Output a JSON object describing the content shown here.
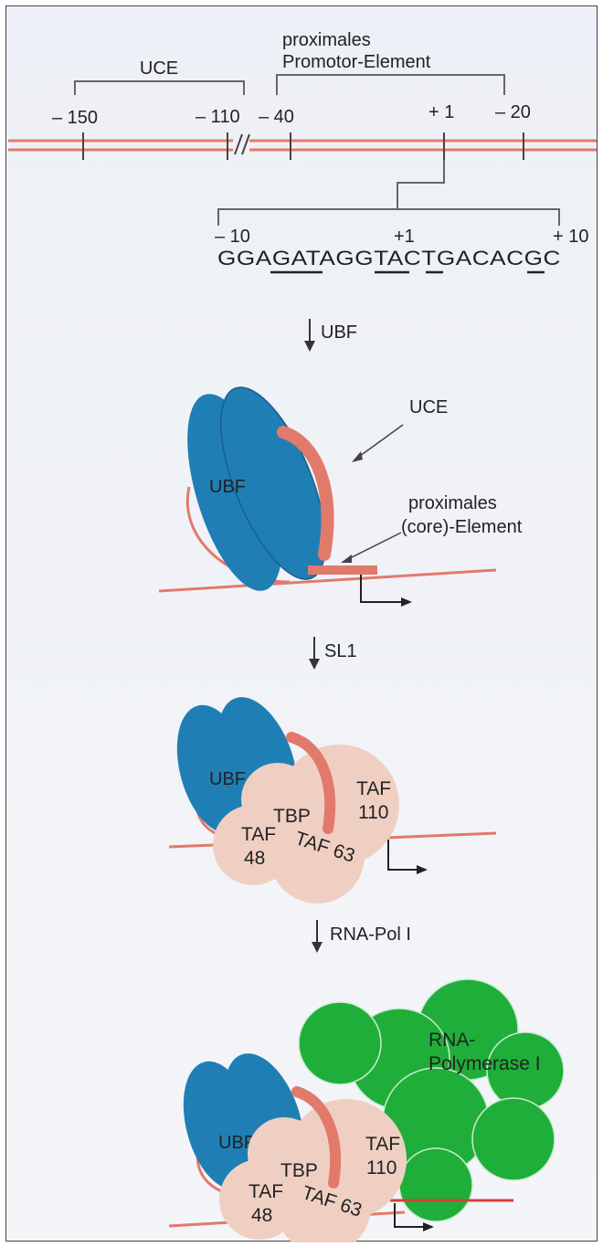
{
  "colors": {
    "dna": "#e27a6c",
    "ubf": "#1f7fb5",
    "taf": "#f0cfc3",
    "polymerase": "#1fae3a",
    "text": "#222222"
  },
  "top_map": {
    "bracket_ucE": "UCE",
    "bracket_promoter_line1": "proximales",
    "bracket_promoter_line2": "Promotor-Element",
    "positions": [
      "– 150",
      "– 110",
      "– 40",
      "+ 1",
      "– 20"
    ]
  },
  "sequence": {
    "left_pos": "– 10",
    "mid_pos": "+1",
    "right_pos": "+ 10",
    "seq": "GGAGATAGGTACTGACACGC"
  },
  "steps": [
    "UBF",
    "SL1",
    "RNA-Pol I"
  ],
  "stage1": {
    "ubf_label": "UBF",
    "uce_label": "UCE",
    "core_line1": "proximales",
    "core_line2": "(core)-Element"
  },
  "stage2": {
    "ubf_label": "UBF",
    "tbp": "TBP",
    "taf110_a": "TAF",
    "taf110_b": "110",
    "taf48_a": "TAF",
    "taf48_b": "48",
    "taf63": "TAF 63"
  },
  "stage3": {
    "ubf_label": "UBF",
    "tbp": "TBP",
    "taf110_a": "TAF",
    "taf110_b": "110",
    "taf48_a": "TAF",
    "taf48_b": "48",
    "taf63": "TAF 63",
    "pol_line1": "RNA-",
    "pol_line2": "Polymerase I"
  }
}
